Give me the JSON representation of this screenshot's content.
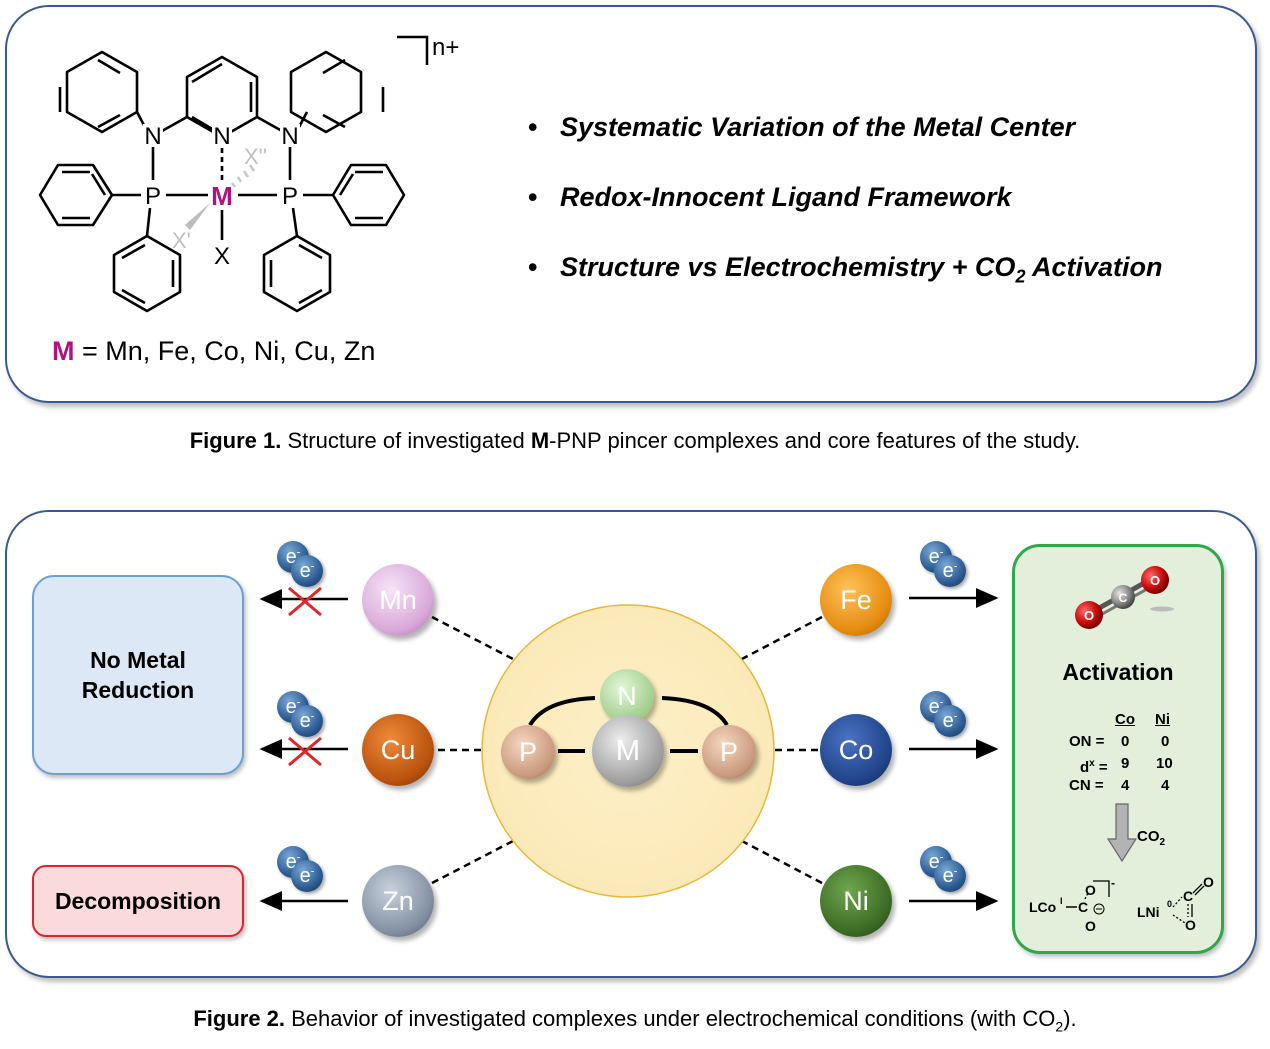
{
  "figure1": {
    "charge": "n+",
    "metal_symbol": "M",
    "metal_list": " = Mn, Fe, Co, Ni, Cu, Zn",
    "structure_atoms": {
      "amine_n": "N",
      "pyridine_n": "N",
      "phosphorus": "P",
      "metal": "M",
      "ligand_x": "X",
      "ligand_x_prime": "X'",
      "ligand_x_double_prime": "X''"
    },
    "bullets": [
      {
        "text": "Systematic Variation of the Metal Center"
      },
      {
        "text": "Redox-Innocent Ligand Framework"
      },
      {
        "text_before": "Structure vs Electrochemistry + CO",
        "sub": "2",
        "text_after": " Activation"
      }
    ],
    "bullet_char": "•",
    "caption": {
      "label": "Figure 1.",
      "text_before": " Structure of investigated ",
      "bold_m": "M",
      "text_after": "-PNP pincer complexes and core features of the study."
    }
  },
  "figure2": {
    "outcomes": {
      "no_reduction": {
        "line1": "No Metal",
        "line2": "Reduction"
      },
      "decomposition": "Decomposition",
      "activation": "Activation"
    },
    "center": {
      "n": "N",
      "m": "M",
      "p_left": "P",
      "p_right": "P"
    },
    "metals": [
      {
        "symbol": "Mn",
        "color": "#d9a8d9",
        "side": "left",
        "reduction": "blocked"
      },
      {
        "symbol": "Cu",
        "color": "#b9530d",
        "side": "left",
        "reduction": "blocked"
      },
      {
        "symbol": "Zn",
        "color": "#8391a3",
        "side": "left",
        "reduction": "decomposition"
      },
      {
        "symbol": "Fe",
        "color": "#e58c0f",
        "side": "right",
        "reduction": "activation"
      },
      {
        "symbol": "Co",
        "color": "#21448a",
        "side": "right",
        "reduction": "activation"
      },
      {
        "symbol": "Ni",
        "color": "#3c6b25",
        "side": "right",
        "reduction": "activation"
      }
    ],
    "electron_label": "e",
    "electron_charge": "-",
    "co2_molecule": {
      "c": "C",
      "o": "O"
    },
    "table": {
      "headers": [
        "Co",
        "Ni"
      ],
      "rows": [
        {
          "label": "ON =",
          "co": "0",
          "ni": "0"
        },
        {
          "label_base": "d",
          "label_sup": "x",
          "label_after": " =",
          "co": "9",
          "ni": "10"
        },
        {
          "label": "CN =",
          "co": "4",
          "ni": "4"
        }
      ]
    },
    "arrow_reagent": {
      "base": "CO",
      "sub": "2"
    },
    "products": {
      "co": {
        "prefix": "LCo",
        "ox_sup": "I",
        "charge": "-"
      },
      "ni": {
        "prefix": "LNi",
        "ox_sup": "0"
      }
    },
    "caption": {
      "label": "Figure 2.",
      "text_before": " Behavior of investigated complexes under electrochemical conditions (with CO",
      "sub": "2",
      "text_after": ")."
    }
  },
  "colors": {
    "panel_border": "#3b5b8f",
    "metal_highlight": "#b0127f",
    "no_reduction_fill": "#dce8f5",
    "no_reduction_border": "#6d9fd1",
    "decomposition_fill": "#fadadb",
    "decomposition_border": "#d9262d",
    "activation_fill": "#e3efda",
    "activation_border": "#2ea84a",
    "center_circle": "#fdefc4",
    "blocked_cross": "#e0252b"
  }
}
